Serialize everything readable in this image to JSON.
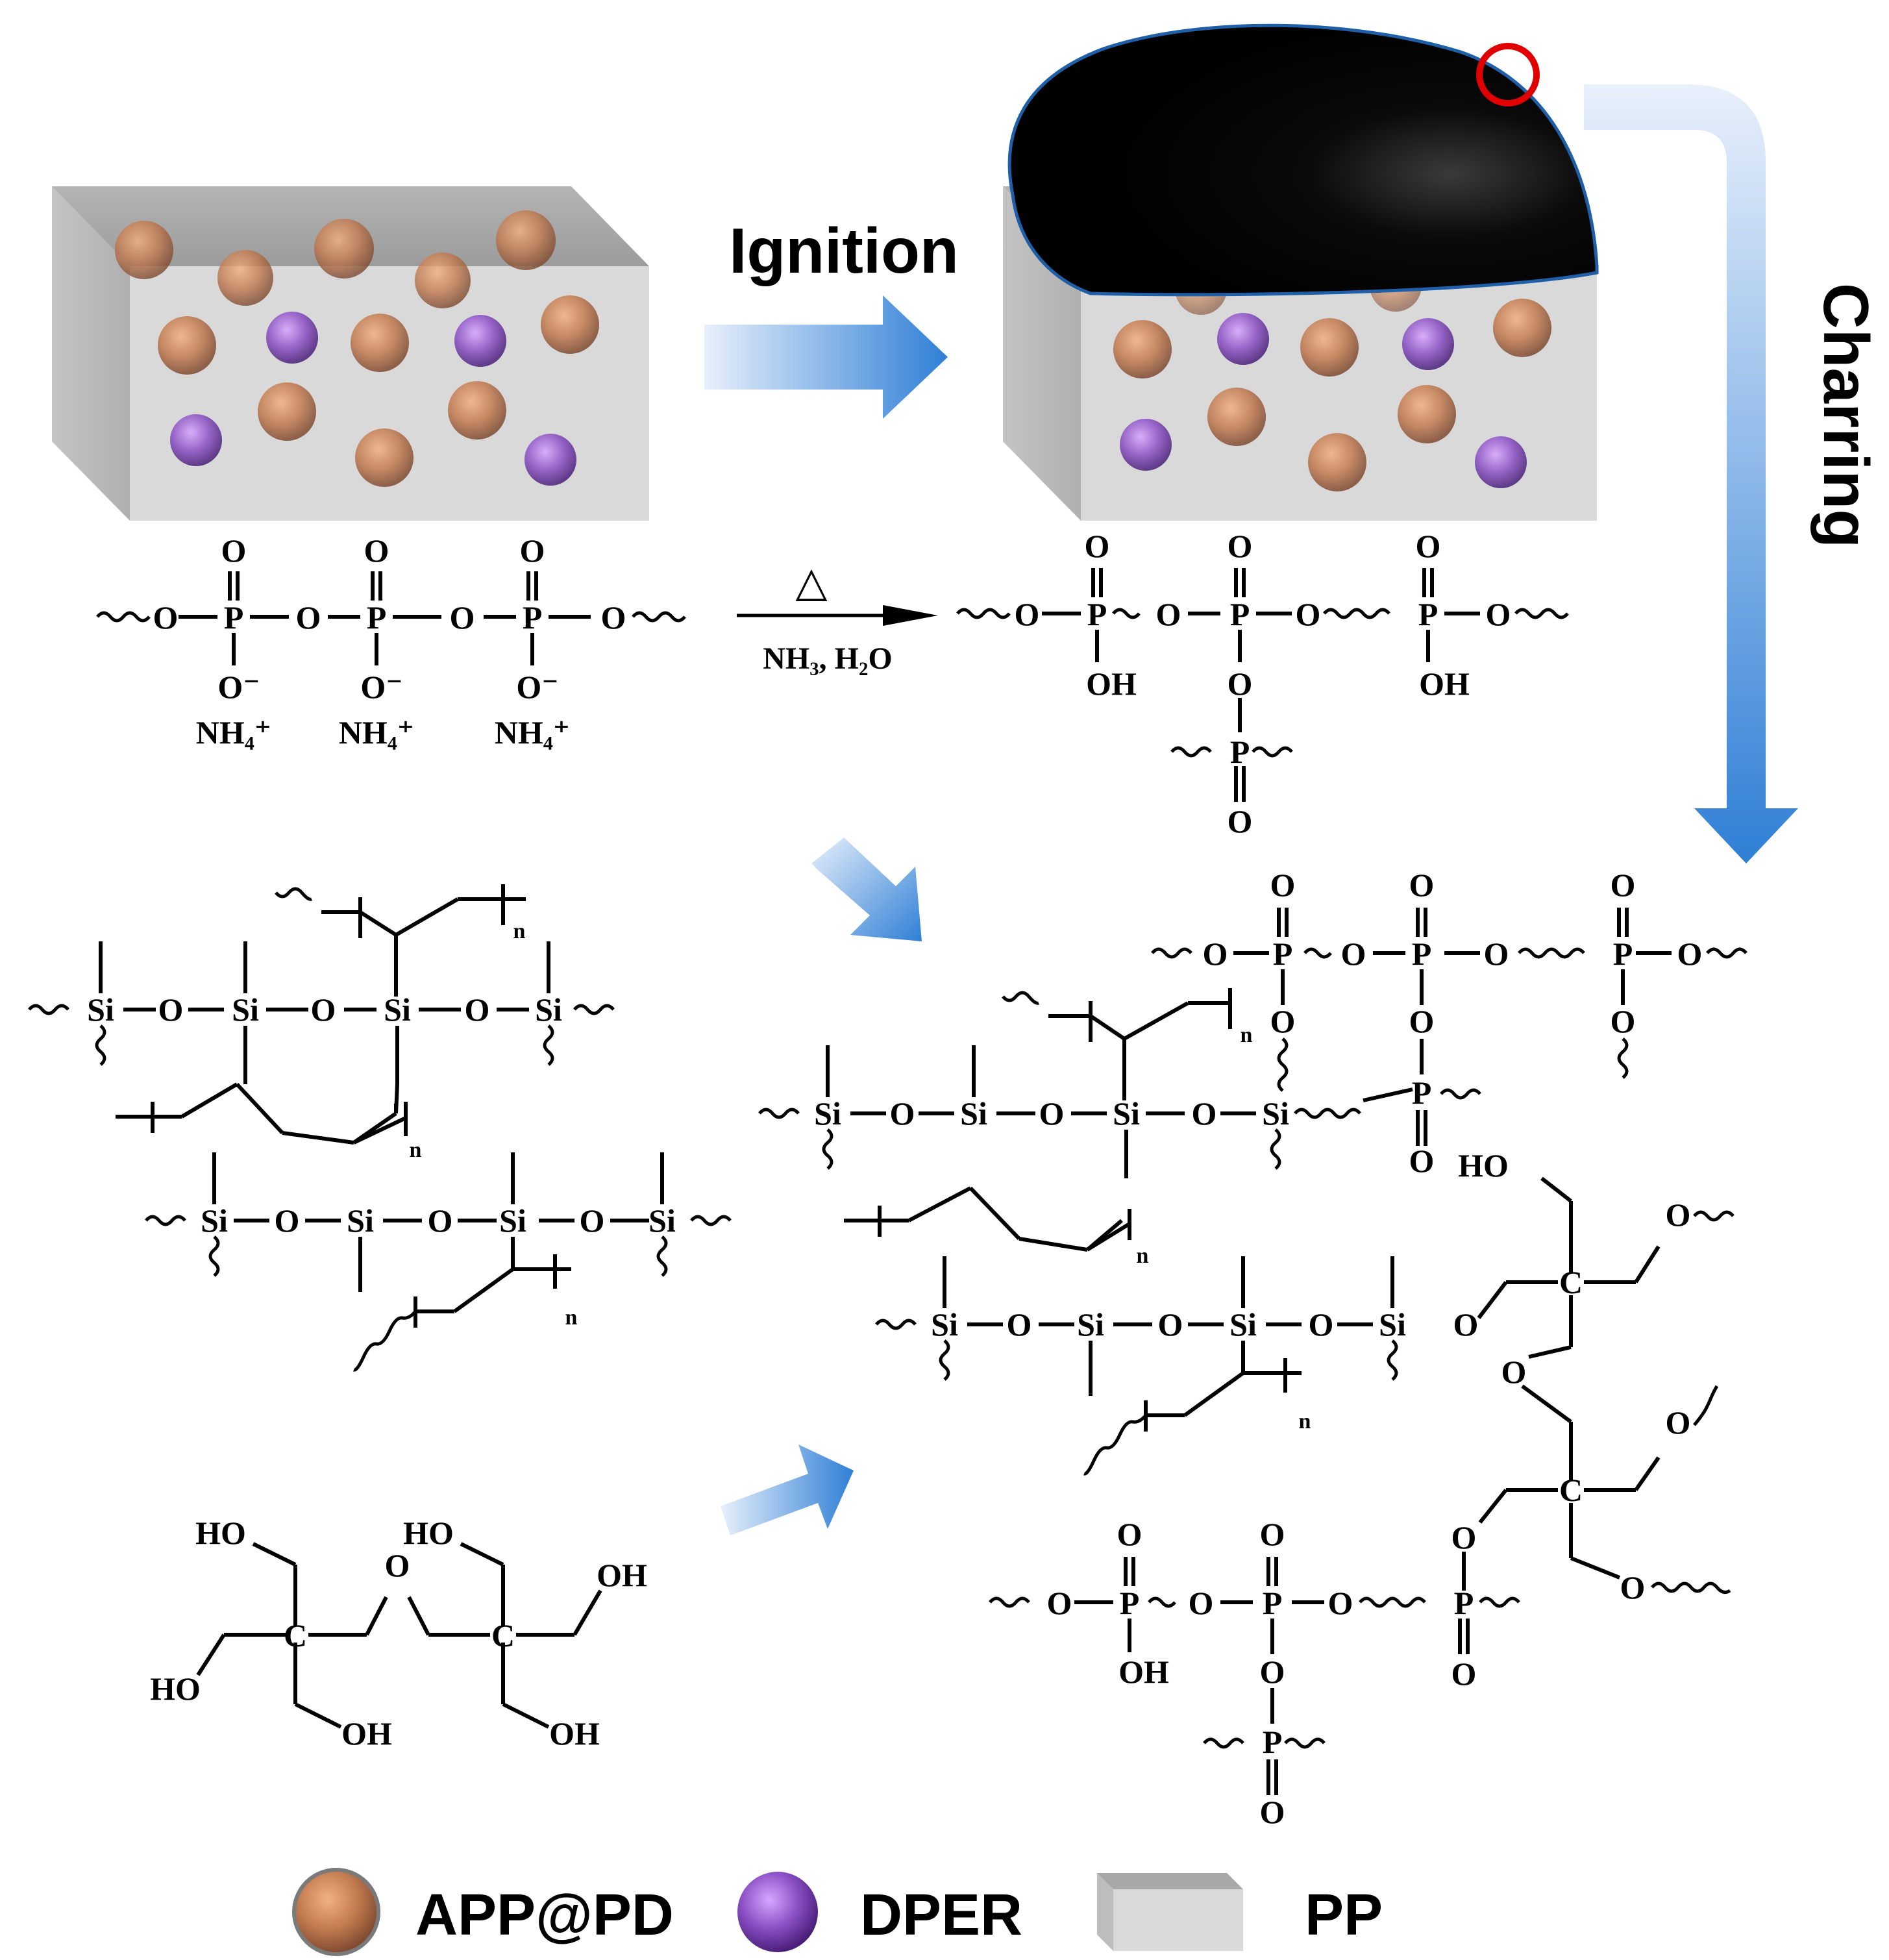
{
  "process": {
    "ignition_label": "Ignition",
    "charring_label": "Charring",
    "heat_symbol": "△",
    "reaction_conditions": "NH₃, H₂O"
  },
  "atoms": {
    "O": "O",
    "P": "P",
    "Si": "Si",
    "C": "C",
    "OH": "OH",
    "HO": "HO",
    "O_minus": "O⁻",
    "NH4_plus": "NH₄⁺",
    "n": "n"
  },
  "legend": {
    "items": [
      {
        "icon": "app-pd-sphere",
        "label": "APP@PD",
        "color": "#c27a4f"
      },
      {
        "icon": "dper-sphere",
        "label": "DPER",
        "color": "#8a4fc4"
      },
      {
        "icon": "pp-block",
        "label": "PP",
        "color": "#d9d9d9"
      }
    ]
  },
  "colors": {
    "arrow_blue": "#2f7fd6",
    "char_black": "#000000",
    "highlight_red": "#e00000",
    "block_front": "#d9d9d9",
    "block_top": "#a8a8a8"
  }
}
